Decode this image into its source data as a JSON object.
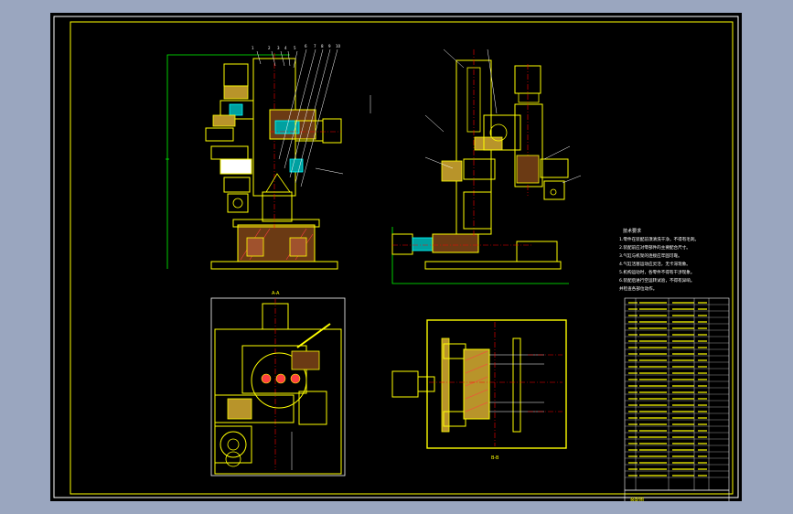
{
  "app": {
    "background_color": "#9aa6bf",
    "canvas_color": "#000000"
  },
  "colors": {
    "frame": "#ffffff",
    "inner_frame": "#ffff00",
    "outline": "#ffff00",
    "centerline": "#ff0000",
    "dimension": "#00ff00",
    "hatch": "#ff0000",
    "leader": "#ffffff",
    "fill_body": "#b8942a",
    "accent_cyan": "#00ffff",
    "accent_magenta": "#ff00ff"
  },
  "views": {
    "front_view": {
      "label": ""
    },
    "side_view": {
      "label": ""
    },
    "top_view": {
      "label": "A-A"
    },
    "section_view": {
      "label": "B-B"
    }
  },
  "technical_requirements": {
    "title": "技术要求",
    "lines": [
      "1.零件在装配前须清洗干净，不得有毛刺。",
      "2.装配前应对零部件的主要配合尺寸。",
      "3.气缸与机架的连接应牢固可靠。",
      "4.气缸活塞运动应灵活，无卡滞现象。",
      "5.机构运动时，各零件不得有干涉现象。",
      "6.装配后进行空运转试验，不得有异响。",
      "  并检查各部位动作。"
    ]
  },
  "parts_list": {
    "row_count": 28,
    "title_block": "装配图"
  }
}
